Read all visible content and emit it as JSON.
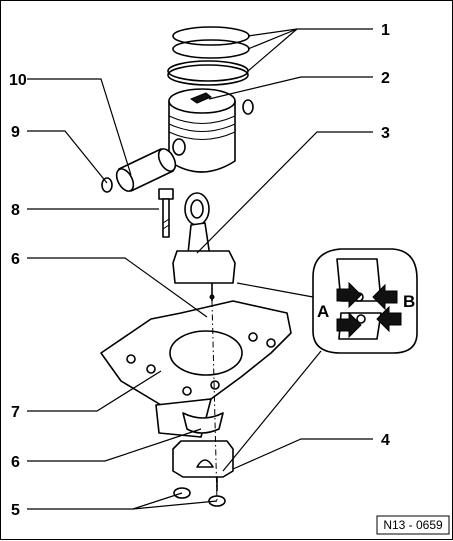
{
  "diagram": {
    "callouts": {
      "c1": "1",
      "c2": "2",
      "c3": "3",
      "c4": "4",
      "c5": "5",
      "c6a": "6",
      "c6b": "6",
      "c7": "7",
      "c8": "8",
      "c9": "9",
      "c10": "10"
    },
    "detail_labels": {
      "a": "A",
      "b": "B"
    },
    "reference_code": "N13 - 0659"
  }
}
